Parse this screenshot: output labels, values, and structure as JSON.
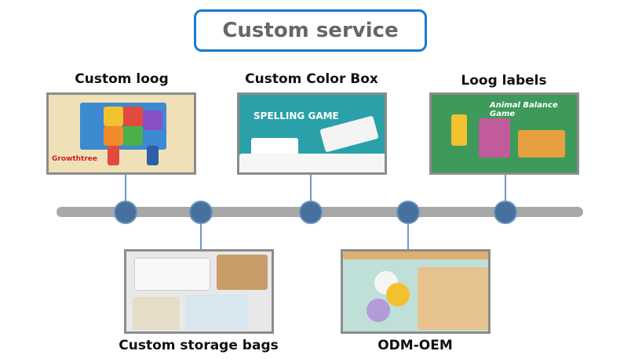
{
  "title": "Custom service",
  "items": [
    {
      "label": "Custom loog",
      "image_text": "Growthtree"
    },
    {
      "label": "Custom Color Box",
      "image_text": "SPELLING GAME"
    },
    {
      "label": "Loog labels",
      "image_text": "Animal Balance Game"
    },
    {
      "label": "Custom storage bags"
    },
    {
      "label": "ODM-OEM"
    }
  ],
  "colors": {
    "accent": "#1a78d0",
    "node": "#46709d",
    "timeline": "#a8a8a8"
  }
}
